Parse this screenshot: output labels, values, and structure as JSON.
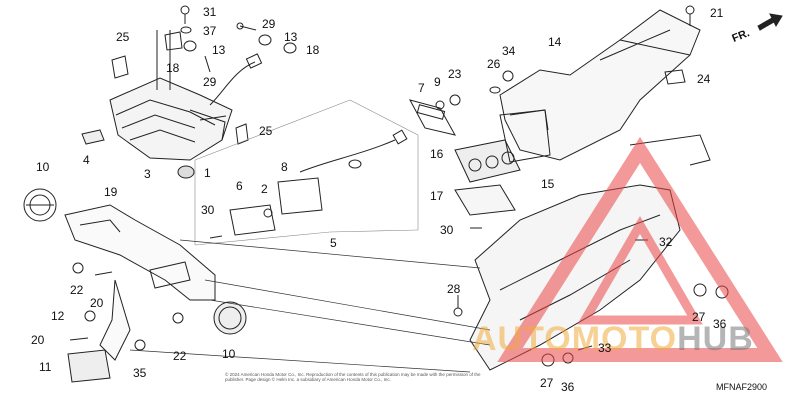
{
  "diagram": {
    "direction_label": "FR.",
    "diagram_code": "MFNAF2900",
    "copyright_text": "© 2024 American Honda Motor Co., Inc. Reproduction of the contents of this publication may be made with the permission of the publisher. Page design © Helm Inc. a subsidiary of American Honda Motor Co., Inc.",
    "watermark": {
      "part_a": "AUTO",
      "part_b": "MOTO",
      "part_c": "HUB"
    },
    "callouts": {
      "n31": "31",
      "n37": "37",
      "n29a": "29",
      "n13a": "13",
      "n25a": "25",
      "n18a": "18",
      "n29b": "29",
      "n13b": "13",
      "n18b": "18",
      "n25b": "25",
      "n4": "4",
      "n3": "3",
      "n1": "1",
      "n7": "7",
      "n9": "9",
      "n23": "23",
      "n34": "34",
      "n26": "26",
      "n14": "14",
      "n21": "21",
      "n24": "24",
      "n16": "16",
      "n17": "17",
      "n30a": "30",
      "n30b": "30",
      "n15": "15",
      "n32": "32",
      "n10a": "10",
      "n19": "19",
      "n6": "6",
      "n2": "2",
      "n8": "8",
      "n5": "5",
      "n22a": "22",
      "n20a": "20",
      "n12": "12",
      "n20b": "20",
      "n11": "11",
      "n35": "35",
      "n22b": "22",
      "n10b": "10",
      "n28": "28",
      "n27a": "27",
      "n36a": "36",
      "n33": "33",
      "n27b": "27",
      "n36b": "36"
    }
  }
}
